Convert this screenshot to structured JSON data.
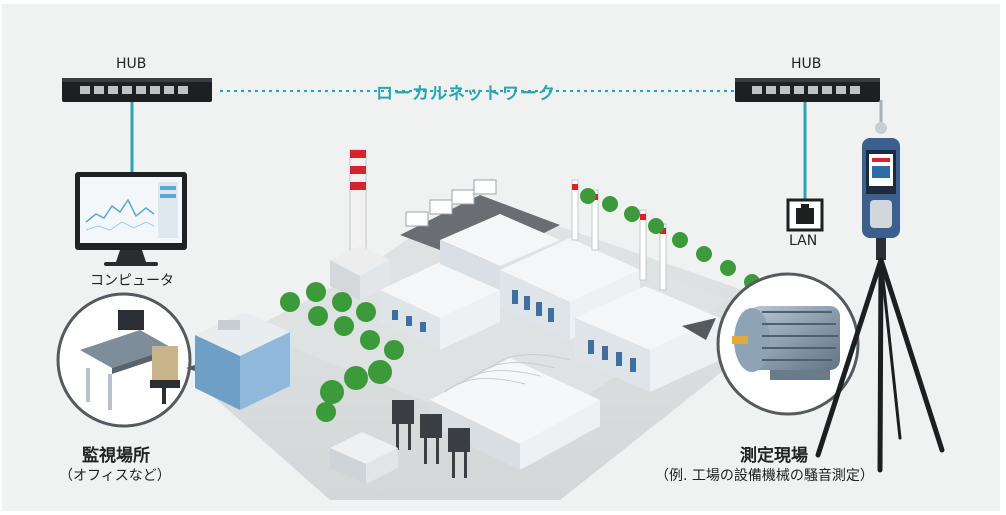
{
  "network": {
    "label": "ローカルネットワーク",
    "hub_left": "HUB",
    "hub_right": "HUB",
    "lan_label": "LAN"
  },
  "computer": {
    "label": "コンピュータ"
  },
  "monitoring": {
    "title": "監視場所",
    "subtitle": "（オフィスなど）"
  },
  "measurement": {
    "title": "測定現場",
    "subtitle": "（例. 工場の設備機械の騒音測定）"
  },
  "colors": {
    "network_accent": "#2aa5b0",
    "background_panel": "#f0f2f2"
  }
}
